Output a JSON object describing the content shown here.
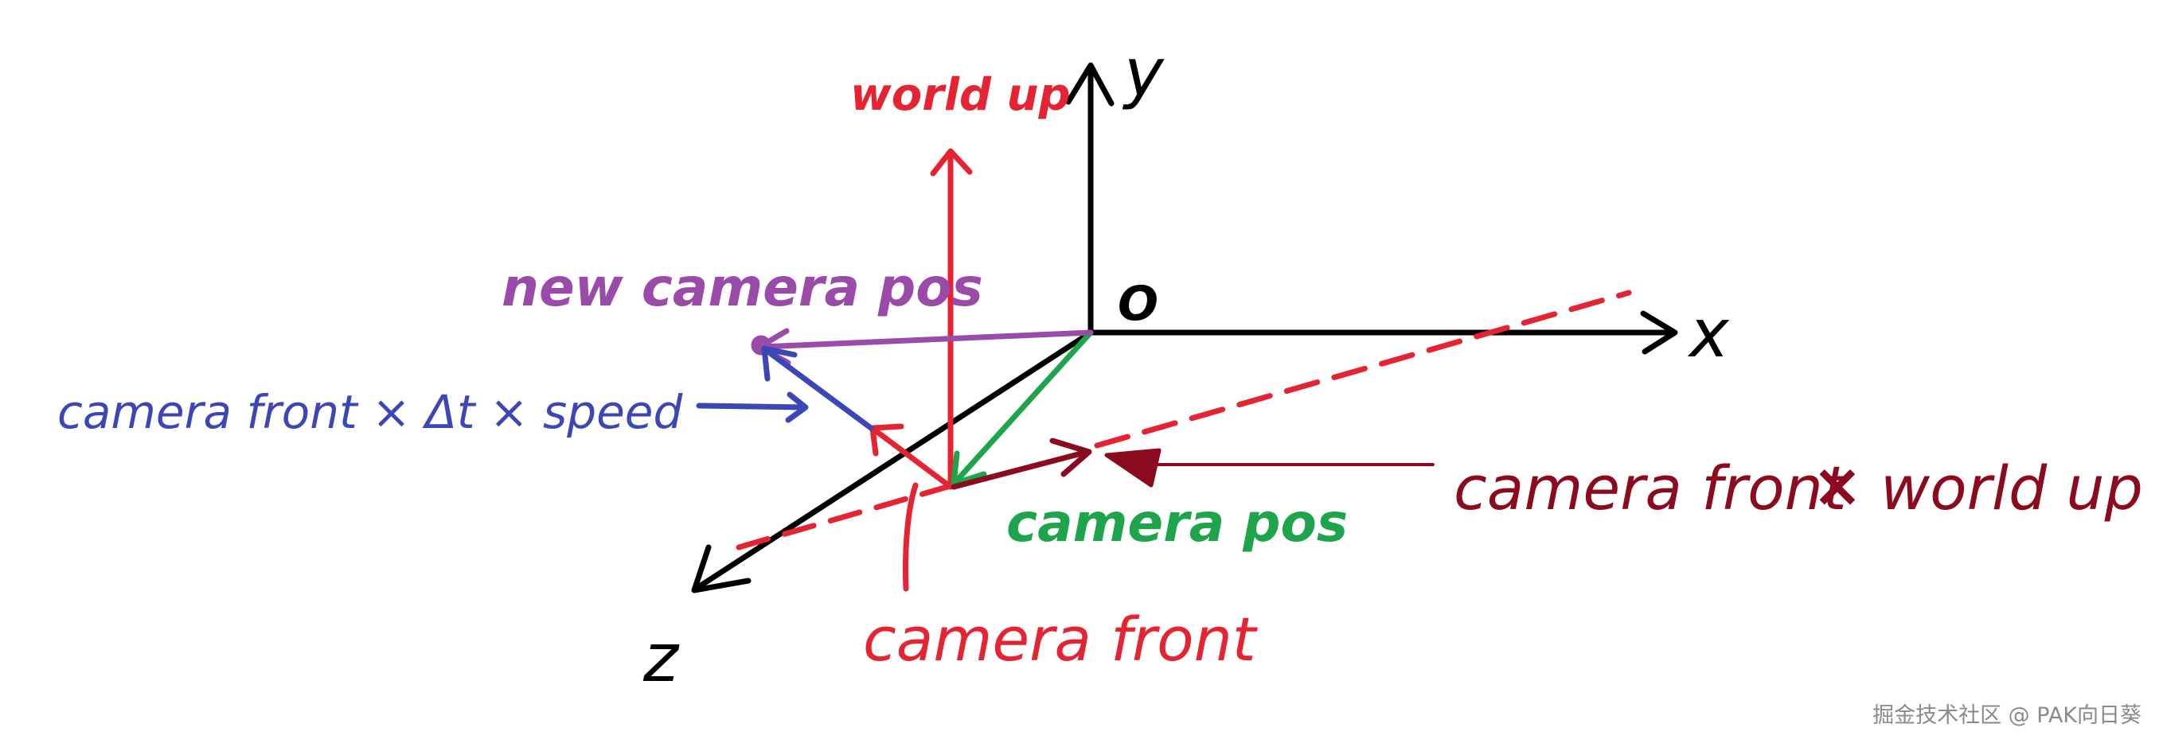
{
  "axes": {
    "y_label": "y",
    "x_label": "x",
    "z_label": "z",
    "origin_label": "O"
  },
  "labels": {
    "world_up": "world up",
    "new_camera_pos": "new camera pos",
    "camera_front_dt_speed": "camera front × Δt × speed",
    "camera_pos": "camera pos",
    "camera_front": "camera front",
    "cross_left": "camera front",
    "cross_sign": "×",
    "cross_right": "world up"
  },
  "watermark": "掘金技术社区 @ PAK向日葵",
  "colors": {
    "axis": "#000000",
    "world_up": "#e52332",
    "new_camera_pos": "#9a4aa8",
    "camera_front_dt_speed": "#3c46b7",
    "camera_pos": "#1ea54c",
    "camera_front": "#e52332",
    "cross_product": "#8b0a1e",
    "dashed_line": "#e52332"
  }
}
